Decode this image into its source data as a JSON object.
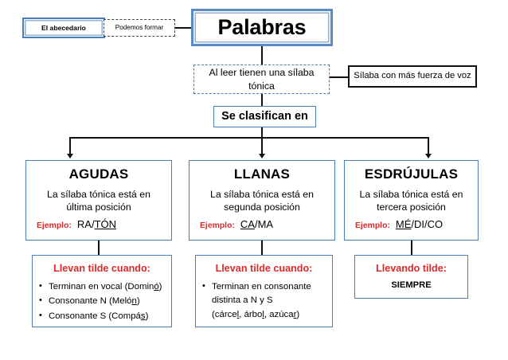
{
  "diagram": {
    "title": "Palabras",
    "nodes": {
      "abecedario": "El abecedario",
      "podemos_formar": "Podemos formar",
      "al_leer": "Al leer tienen una sílaba tónica",
      "silaba_fuerza": "Sílaba con más fuerza de voz",
      "se_clasifican": "Se clasifican en"
    },
    "categories": [
      {
        "name": "AGUDAS",
        "description": "La sílaba tónica está en última posición",
        "example_label": "Ejemplo:",
        "example_prefix": "RA/",
        "example_stressed": "TÓN",
        "example_suffix": "",
        "rule_heading": "Llevan tilde cuando:",
        "rules": [
          {
            "text_before": "Terminan en vocal (Domin",
            "stressed": "ó",
            "text_after": ")"
          },
          {
            "text_before": "Consonante N (Meló",
            "stressed": "n",
            "text_after": ")"
          },
          {
            "text_before": "Consonante S (Compá",
            "stressed": "s",
            "text_after": ")"
          }
        ]
      },
      {
        "name": "LLANAS",
        "description": "La sílaba tónica está en segunda posición",
        "example_label": "Ejemplo:",
        "example_prefix": "",
        "example_stressed": "CA",
        "example_suffix": "/MA",
        "rule_heading": "Llevan tilde cuando:",
        "rules": [
          {
            "text_before": "Terminan en consonante",
            "stressed": "",
            "text_after": ""
          }
        ],
        "rule_extra_lines": [
          "distinta a N y S"
        ],
        "rule_examples_line": {
          "open": "(cárce",
          "u1": "l",
          "mid1": ", árbo",
          "u2": "l",
          "mid2": ", azúca",
          "u3": "r",
          "close": ")"
        }
      },
      {
        "name": "ESDRÚJULAS",
        "description": "La sílaba tónica está en tercera posición",
        "example_label": "Ejemplo:",
        "example_prefix": "",
        "example_stressed": "MÉ",
        "example_suffix": "/DI/CO",
        "rule_heading": "Llevando tilde:",
        "rule_always": "SIEMPRE"
      }
    ],
    "colors": {
      "accent_blue": "#4a7ebb",
      "accent_red": "#d92b2b",
      "line_black": "#111111"
    }
  }
}
